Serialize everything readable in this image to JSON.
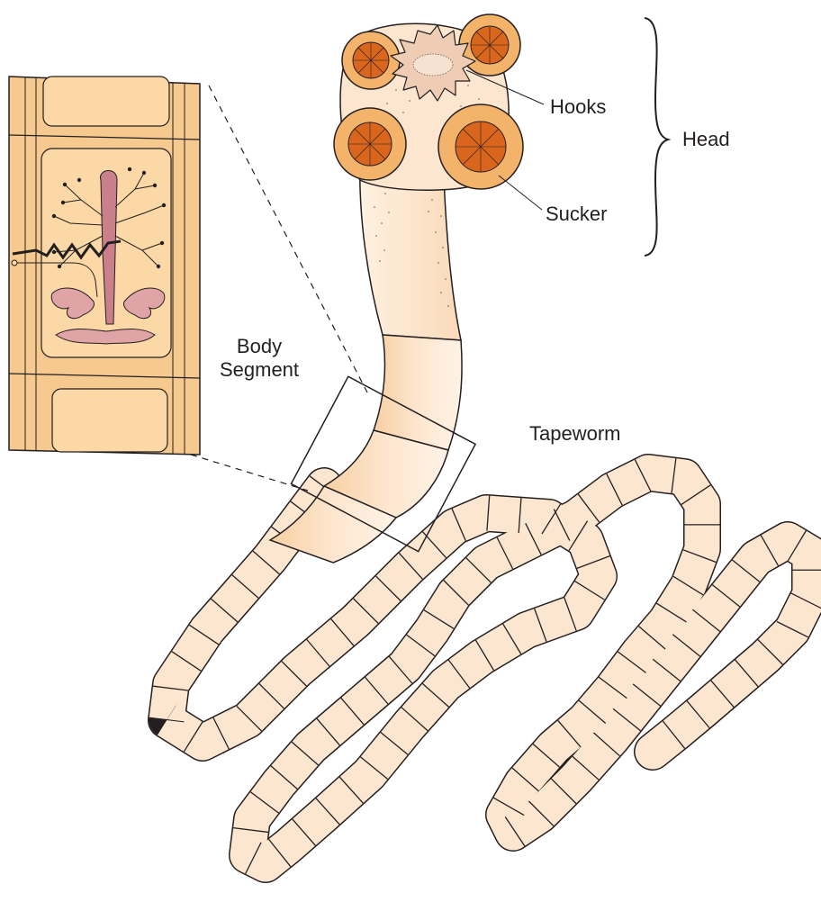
{
  "labels": {
    "hooks": "Hooks",
    "sucker": "Sucker",
    "head": "Head",
    "body_line1": "Body",
    "body_line2": "Segment",
    "tapeworm": "Tapeworm"
  },
  "colors": {
    "worm_fill": "#fde6cf",
    "worm_fill_dark": "#f8cfa3",
    "outline": "#231f20",
    "sucker_outer": "#f4b36a",
    "sucker_inner": "#d9661c",
    "hooks_fill": "#efcdb5",
    "segment_frame": "#f6c98e",
    "segment_panel": "#fbd8a6",
    "organ_pink": "#c9808a",
    "organ_pink_light": "#e0a4a6"
  },
  "icons": {
    "sucker": "sucker-icon",
    "hooks": "hooks-icon",
    "head_brace": "curly-brace-icon"
  }
}
